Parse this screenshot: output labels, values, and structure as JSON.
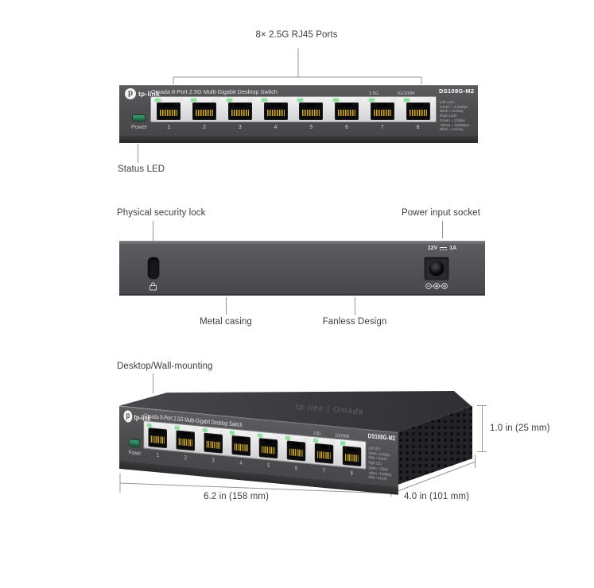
{
  "annotations": {
    "ports_callout": "8× 2.5G RJ45 Ports",
    "status_led": "Status LED",
    "security_lock": "Physical security lock",
    "power_socket": "Power input socket",
    "metal_casing": "Metal casing",
    "fanless_design": "Fanless Design",
    "mounting": "Desktop/Wall-mounting",
    "dim_width": "6.2 in (158 mm)",
    "dim_depth": "4.0 in (101 mm)",
    "dim_height": "1.0 in (25 mm)"
  },
  "device": {
    "brand": "tp-link",
    "logo_glyph": "p",
    "model": "DS108G-M2",
    "title": "Omada 8-Port 2.5G Multi-Gigabit Desktop Switch",
    "speed_25g": "2.5G",
    "speed_1g": "1G/100M",
    "power_label": "Power",
    "ports": [
      "1",
      "2",
      "3",
      "4",
      "5",
      "6",
      "7",
      "8"
    ],
    "led_legend": [
      "Left LED:",
      "Green = 2.5Gbps",
      "Blink = Activity",
      "Right LED:",
      "Green = 1Gbps",
      "Yellow = 100Mbps",
      "Blink = Activity"
    ],
    "power_volts": "12V",
    "power_amps": "1A",
    "top_logo": "tp-link | Omada"
  },
  "colors": {
    "body_gray": "#4c4c4f",
    "port_bezel": "#e6e6e8",
    "led_green": "#8ede9e",
    "power_led_green": "#2e8a62",
    "side_panel": "#232327",
    "annotation_text": "#3d3d3d",
    "callout_line": "#979797"
  }
}
